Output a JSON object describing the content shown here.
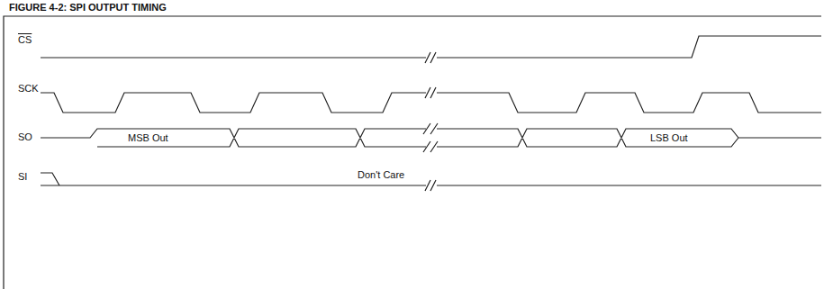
{
  "diagram": {
    "title": "FIGURE 4-2: SPI OUTPUT TIMING",
    "labels": [
      "CS",
      "SCK",
      "SO",
      "SI",
      "MSB Out",
      "LSB Out",
      "Don't Care"
    ]
  }
}
